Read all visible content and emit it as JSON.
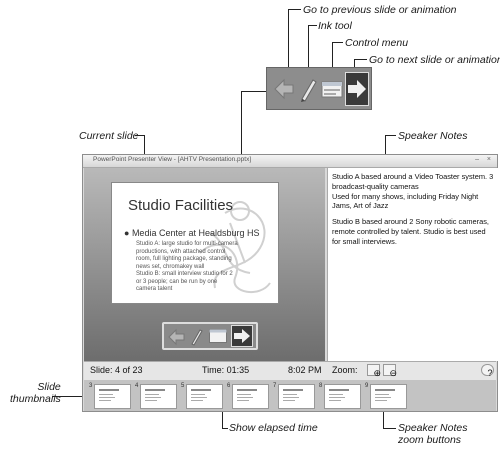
{
  "callouts": {
    "prev": "Go to previous slide or animation",
    "ink": "Ink tool",
    "control": "Control menu",
    "next": "Go to next slide or animation",
    "current_slide": "Current slide",
    "speaker_notes": "Speaker Notes",
    "slide_thumbnails": "Slide\nthumbnails",
    "elapsed": "Show elapsed time",
    "zoom_buttons": "Speaker Notes\nzoom buttons"
  },
  "window": {
    "title": "PowerPoint Presenter View - [AHTV Presentation.pptx]",
    "controls": [
      "–",
      "×"
    ]
  },
  "slide": {
    "title": "Studio Facilities",
    "bullet1": "Media Center at Healdsburg HS",
    "sub1": "Studio A: large studio for multi-camera productions, with attached control room, full lighting package, standing news set, chromakey wall",
    "sub2": "Studio B: small interview studio for 2 or 3 people; can be run by one camera talent"
  },
  "notes": {
    "p1": "Studio A based around a Video Toaster system. 3 broadcast-quality cameras\nUsed for many shows, including Friday Night Jams, Art of Jazz",
    "p2": "Studio B based around 2 Sony robotic cameras, remote controlled by talent. Studio is best used for small interviews."
  },
  "status": {
    "slide": "Slide: 4 of 23",
    "time": "Time: 01:35",
    "clock": "8:02 PM",
    "zoom": "Zoom:"
  },
  "thumbnails": [
    {
      "num": "3",
      "active": false
    },
    {
      "num": "4",
      "active": true
    },
    {
      "num": "5",
      "active": false
    },
    {
      "num": "6",
      "active": false
    },
    {
      "num": "7",
      "active": false
    },
    {
      "num": "8",
      "active": false
    },
    {
      "num": "9",
      "active": false
    }
  ],
  "colors": {
    "toolbar": "#8d8d8d",
    "next_button": "#3a3a3a",
    "window_bg": "#d9d9d9"
  }
}
